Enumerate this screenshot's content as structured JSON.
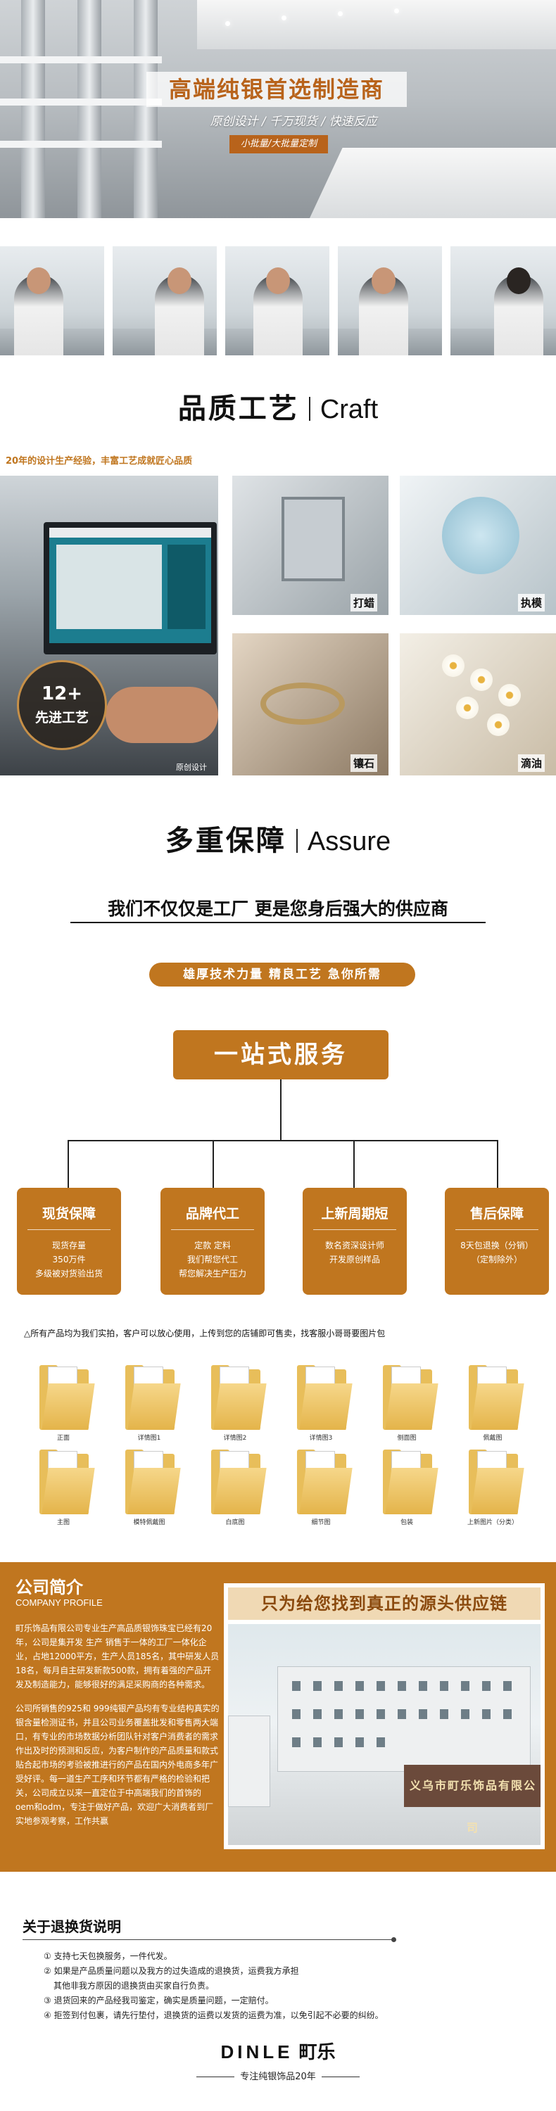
{
  "hero": {
    "title": "高端纯银首选制造商",
    "subtitle": "原创设计 / 千万现货 / 快速反应",
    "tag": "小批量/大批量定制"
  },
  "craft": {
    "heading_zh": "品质工艺",
    "heading_en": "Craft",
    "caption": "20年的设计生产经验，丰富工艺成就匠心品质",
    "badge_number": "12+",
    "badge_text": "先进工艺",
    "labels": {
      "design": "原创设计",
      "wax": "打蜡",
      "mold": "执模",
      "setting": "镶石",
      "enamel": "滴油"
    }
  },
  "assure": {
    "heading_zh": "多重保障",
    "heading_en": "Assure",
    "slogan": "我们不仅仅是工厂   更是您身后强大的供应商",
    "pill": "雄厚技术力量   精良工艺   急你所需",
    "one_stop": "一站式服务",
    "cards": [
      {
        "title": "现货保障",
        "lines": [
          "现货存量",
          "350万件",
          "多级被对货验出货"
        ]
      },
      {
        "title": "品牌代工",
        "lines": [
          "定款 定料",
          "我们帮您代工",
          "帮您解决生产压力"
        ]
      },
      {
        "title": "上新周期短",
        "lines": [
          "数名资深设计师",
          "开发原创样品"
        ]
      },
      {
        "title": "售后保障",
        "lines": [
          "8天包退换（分销）",
          "（定制除外）"
        ]
      }
    ],
    "notice": "△所有产品均为我们实拍，客户可以放心使用，上传到您的店铺即可售卖，找客服小哥哥要图片包"
  },
  "folders": [
    {
      "name": "正面"
    },
    {
      "name": "详情图1"
    },
    {
      "name": "详情图2"
    },
    {
      "name": "详情图3"
    },
    {
      "name": "侧面图"
    },
    {
      "name": "佩戴图"
    },
    {
      "name": "主图"
    },
    {
      "name": "模特佩戴图"
    },
    {
      "name": "白底图"
    },
    {
      "name": "细节图"
    },
    {
      "name": "包装"
    },
    {
      "name": "上新图片（分类）"
    }
  ],
  "profile": {
    "title": "公司简介",
    "subtitle": "COMPANY PROFILE",
    "para1": "町乐饰品有限公司专业生产高品质银饰珠宝已经有20年，公司是集开发 生产 销售于一体的工厂一体化企业，占地12000平方，生产人员185名，其中研发人员18名，每月自主研发新款500款，拥有着强的产品开发及制造能力，能够很好的满足采购商的各种需求。",
    "para2": "公司所销售的925和 999纯银产品均有专业结构真实的银含量检测证书，并且公司业务覆盖批发和零售两大端口，有专业的市场数据分析团队针对客户消费者的需求作出及时的预测和反应，为客户制作的产品质量和款式贴合起市场的考验被推进行的产品在国内外电商多年广受好评。每一道生产工序和环节都有严格的检验和把关，公司成立以来一直定位于中高端我们的首饰的oem和odm，专注于做好产品，欢迎广大消费者到厂实地参观考察，工作共赢",
    "banner": "只为给您找到真正的源头供应链",
    "gate_text": "义乌市町乐饰品有限公司"
  },
  "policy": {
    "title": "关于退换货说明",
    "items": [
      "① 支持七天包换服务，一件代发。",
      "② 如果是产品质量问题以及我方的过失造成的退换货，运费我方承担",
      "   其他非我方原因的退换货由买家自行负责。",
      "③ 退货回来的产品经我司鉴定，确实是质量问题，一定赔付。",
      "④ 拒签到付包裹，请先行垫付，退换货的运费以发货的运费为准，以免引起不必要的纠纷。"
    ]
  },
  "logo": {
    "en": "DINLE",
    "zh": "町乐",
    "tagline": "专注纯银饰品20年"
  }
}
